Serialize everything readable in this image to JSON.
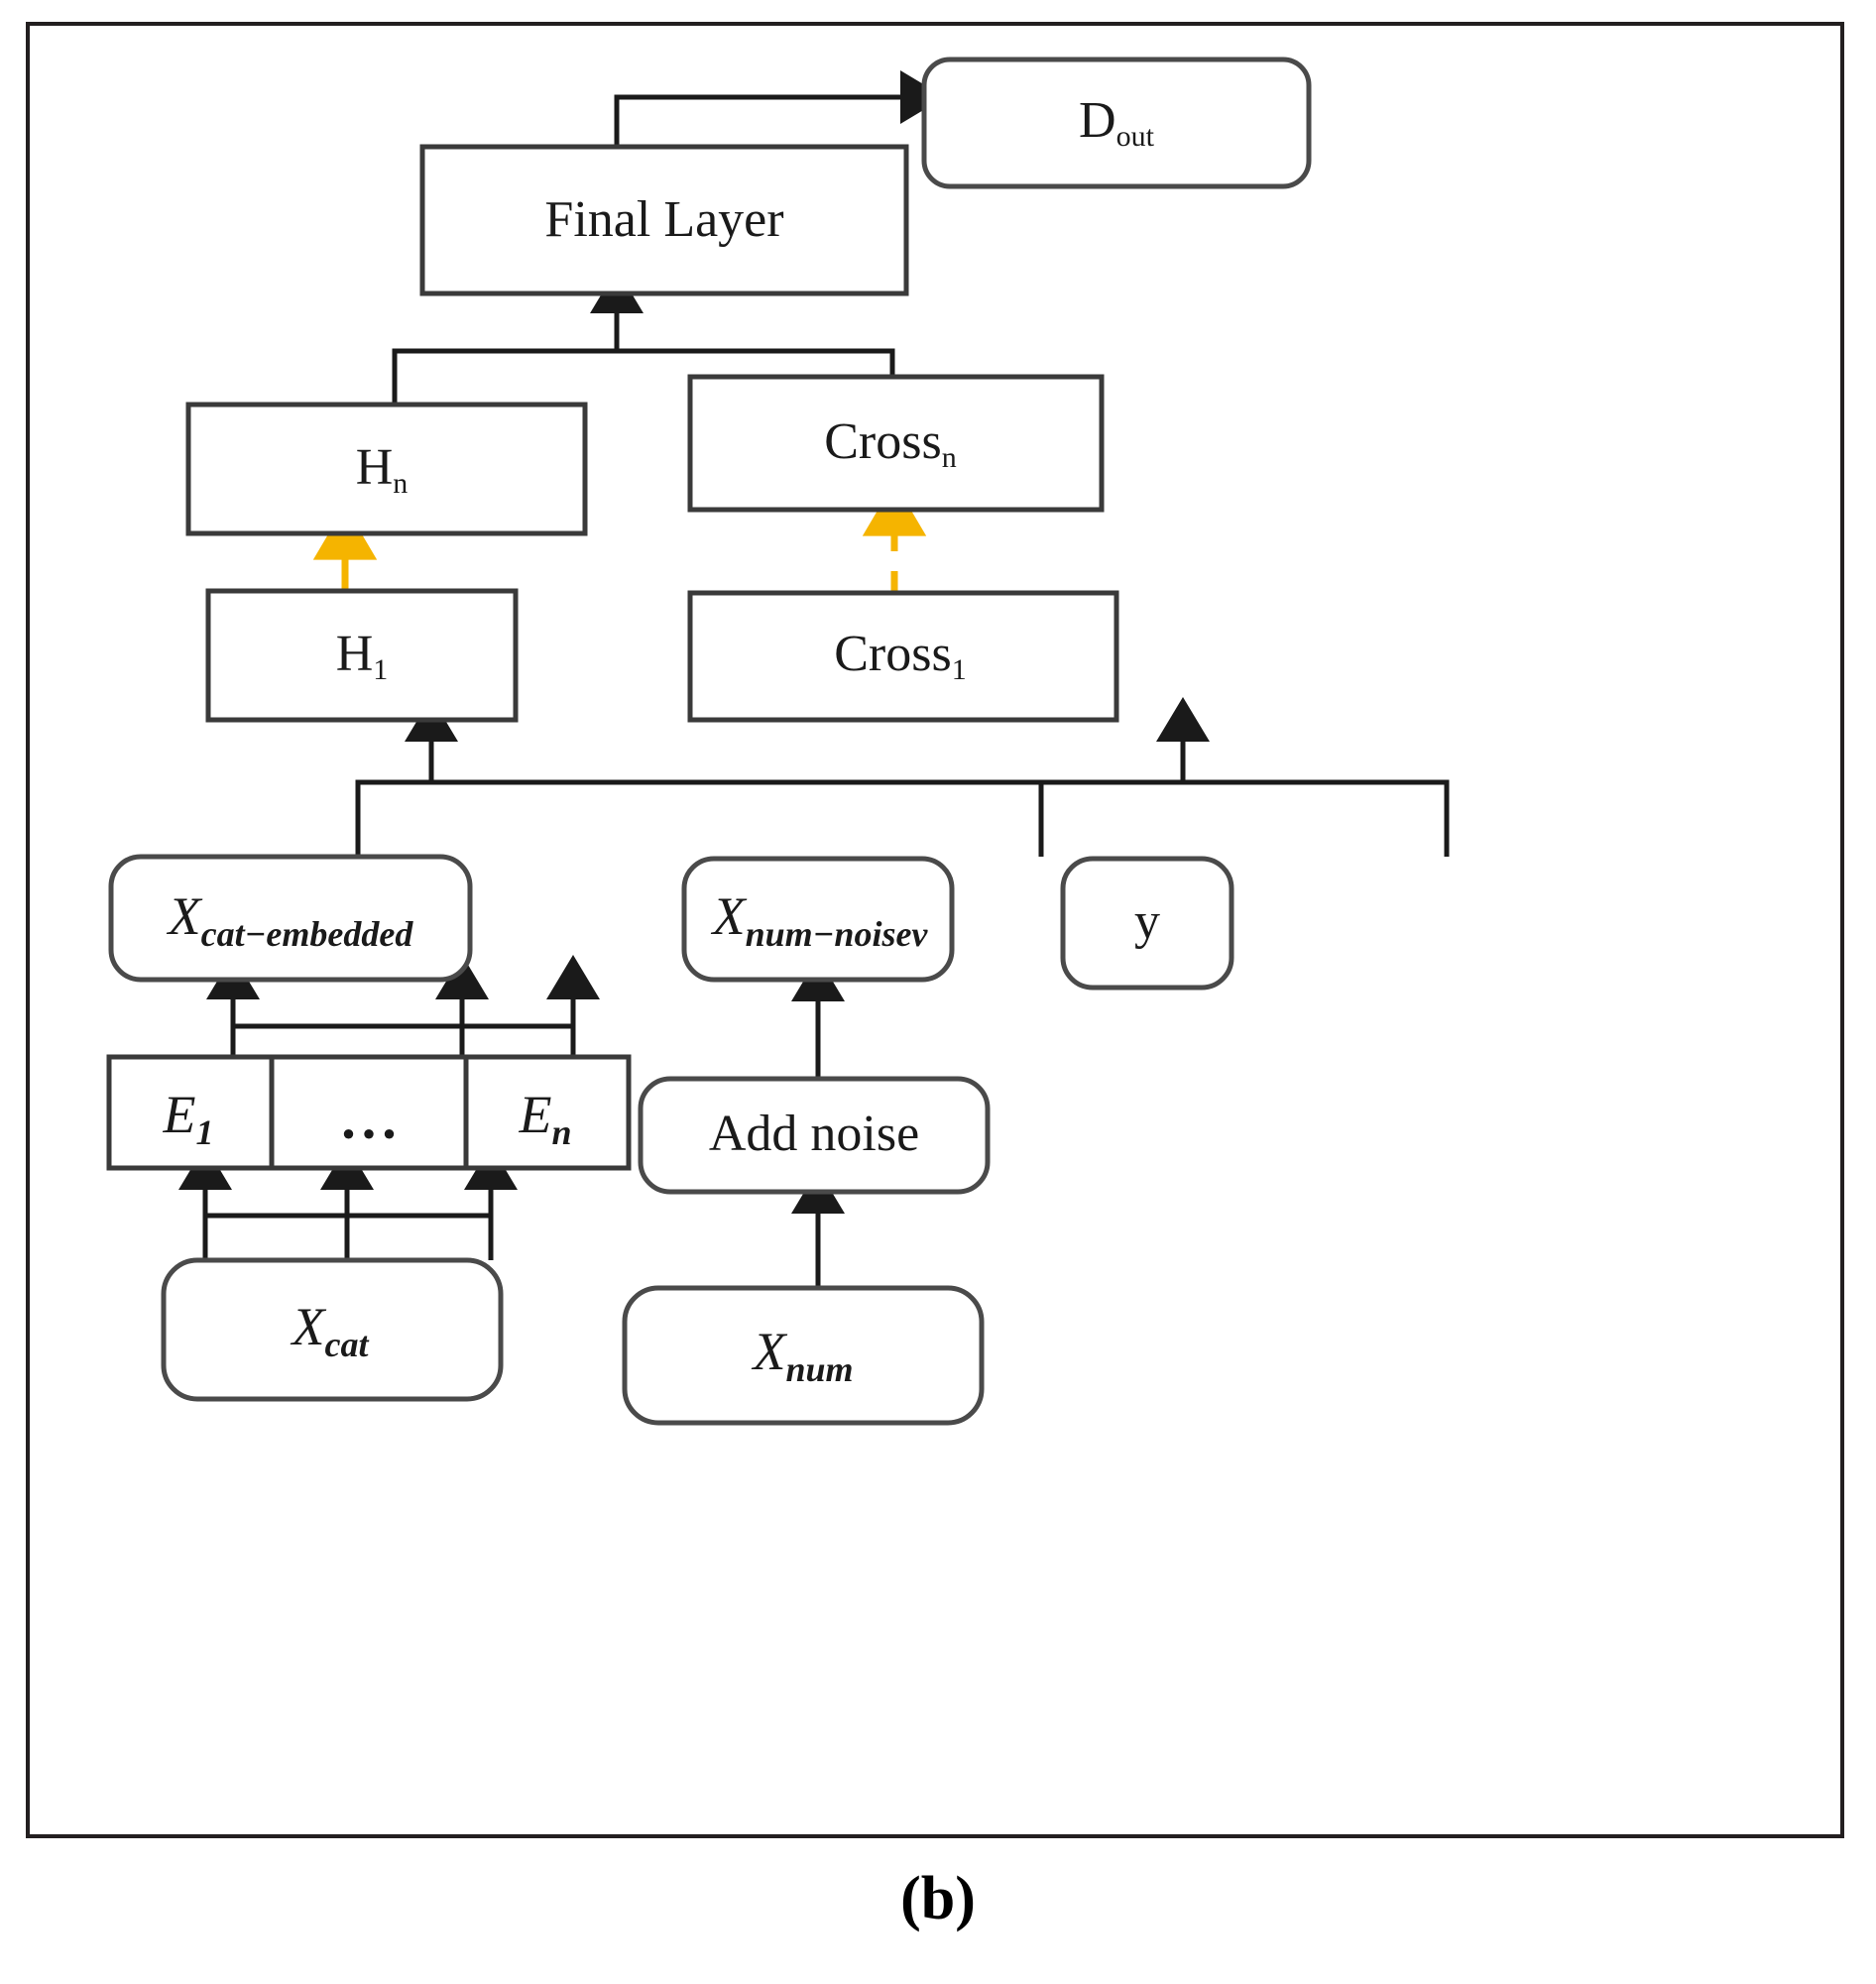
{
  "figure": {
    "caption": "(b)",
    "colors": {
      "stroke": "#1a1a1a",
      "box_stroke": "#3a3a3a",
      "frame": "#231f20",
      "highlight_arrow": "#f5b400",
      "background": "#ffffff"
    }
  },
  "nodes": {
    "d_out": {
      "base": "D",
      "sub": "out",
      "shape": "rounded"
    },
    "final_layer": {
      "base": "Final Layer",
      "sub": "",
      "shape": "rect"
    },
    "h_n": {
      "base": "H",
      "sub": "n",
      "shape": "rect"
    },
    "cross_n": {
      "base": "Cross",
      "sub": "n",
      "shape": "rect"
    },
    "h_1": {
      "base": "H",
      "sub": "1",
      "shape": "rect"
    },
    "cross_1": {
      "base": "Cross",
      "sub": "1",
      "shape": "rect"
    },
    "x_cat_embedded": {
      "base": "X",
      "sub": "cat−embedded",
      "shape": "rounded"
    },
    "x_num_noisev": {
      "base": "X",
      "sub": "num−noisev",
      "shape": "rounded"
    },
    "y": {
      "base": "y",
      "sub": "",
      "shape": "rounded"
    },
    "e_1": {
      "base": "E",
      "sub": "1",
      "shape": "rect"
    },
    "e_dots": {
      "base": "...",
      "sub": "",
      "shape": "rect"
    },
    "e_n": {
      "base": "E",
      "sub": "n",
      "shape": "rect"
    },
    "add_noise": {
      "base": "Add noise",
      "sub": "",
      "shape": "rounded"
    },
    "x_cat": {
      "base": "X",
      "sub": "cat",
      "shape": "rounded"
    },
    "x_num": {
      "base": "X",
      "sub": "num",
      "shape": "rounded"
    }
  },
  "edges": [
    {
      "from": "final_layer",
      "to": "d_out",
      "style": "solid-black",
      "arrow": true
    },
    {
      "from": "h_n",
      "to": "final_layer",
      "style": "solid-black",
      "arrow": true
    },
    {
      "from": "cross_n",
      "to": "final_layer",
      "style": "solid-black",
      "arrow": true
    },
    {
      "from": "h_1",
      "to": "h_n",
      "style": "solid-yellow",
      "arrow": true
    },
    {
      "from": "cross_1",
      "to": "cross_n",
      "style": "dashed-yellow",
      "arrow": true
    },
    {
      "from": "x_cat_embedded",
      "to": "h_1",
      "style": "solid-black",
      "arrow": true
    },
    {
      "from": "x_num_noisev",
      "to": "h_1",
      "style": "solid-black",
      "arrow": true
    },
    {
      "from": "y",
      "to": "cross_1",
      "style": "solid-black",
      "arrow": true
    },
    {
      "from": "x_num_noisev",
      "to": "cross_1",
      "style": "solid-black",
      "arrow": true
    },
    {
      "from": "e_1",
      "to": "x_cat_embedded",
      "style": "solid-black",
      "arrow": true
    },
    {
      "from": "e_dots",
      "to": "x_cat_embedded",
      "style": "solid-black",
      "arrow": true
    },
    {
      "from": "e_n",
      "to": "x_cat_embedded",
      "style": "solid-black",
      "arrow": true
    },
    {
      "from": "x_cat",
      "to": "e_1",
      "style": "solid-black",
      "arrow": true
    },
    {
      "from": "x_cat",
      "to": "e_dots",
      "style": "solid-black",
      "arrow": true
    },
    {
      "from": "x_cat",
      "to": "e_n",
      "style": "solid-black",
      "arrow": true
    },
    {
      "from": "add_noise",
      "to": "x_num_noisev",
      "style": "solid-black",
      "arrow": true
    },
    {
      "from": "x_num",
      "to": "add_noise",
      "style": "solid-black",
      "arrow": true
    }
  ]
}
